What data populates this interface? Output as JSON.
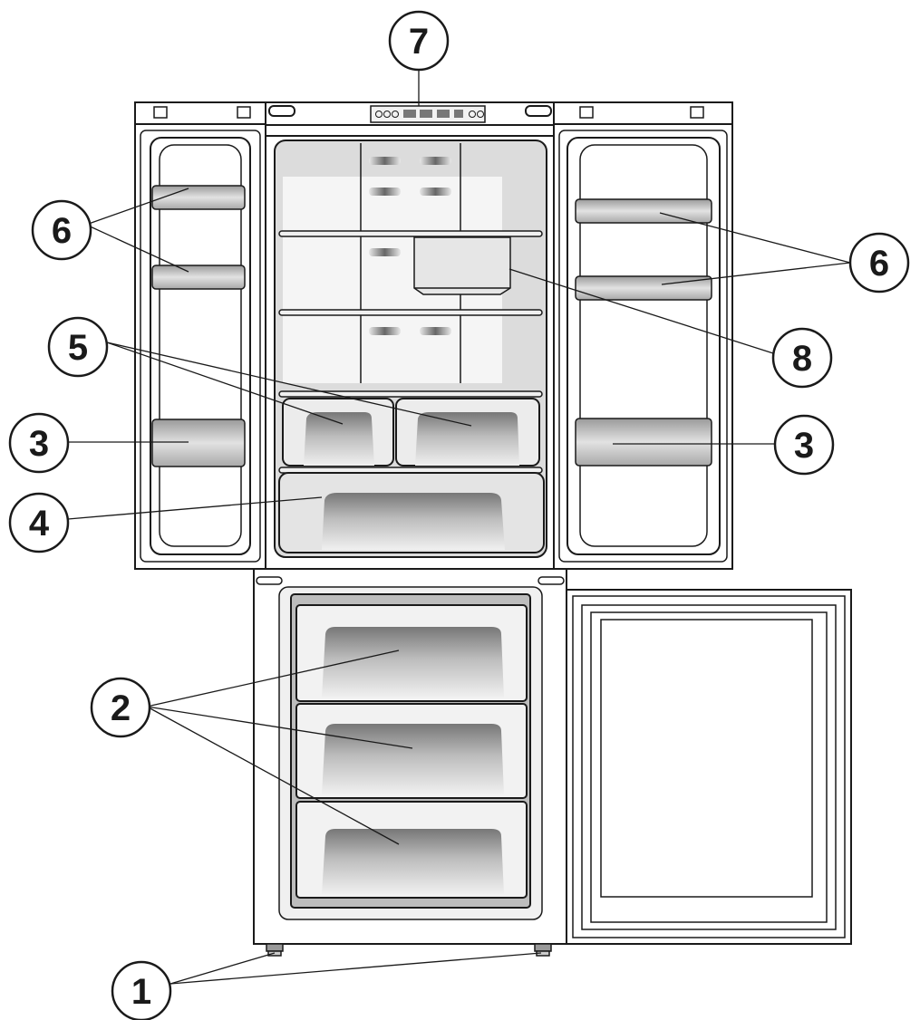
{
  "callouts": [
    {
      "id": "1",
      "label": "1"
    },
    {
      "id": "2",
      "label": "2"
    },
    {
      "id": "3",
      "label": "3"
    },
    {
      "id": "3b",
      "label": "3"
    },
    {
      "id": "4",
      "label": "4"
    },
    {
      "id": "5",
      "label": "5"
    },
    {
      "id": "6",
      "label": "6"
    },
    {
      "id": "6b",
      "label": "6"
    },
    {
      "id": "7",
      "label": "7"
    },
    {
      "id": "8",
      "label": "8"
    }
  ],
  "colors": {
    "outline": "#1a1a1a",
    "interior": "#dcdcdc",
    "drawer": "#c8c8c8",
    "freezer_frame": "#bdbdbd",
    "background": "#ffffff"
  }
}
